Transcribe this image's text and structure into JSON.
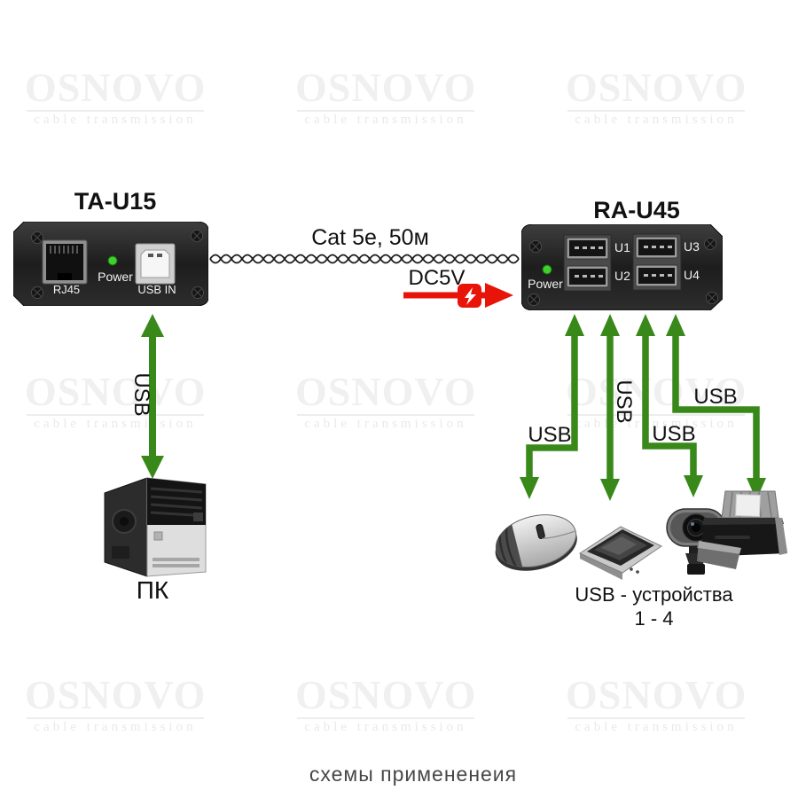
{
  "watermark": {
    "brand": "OSNOVO",
    "tagline": "cable transmission"
  },
  "transmitter": {
    "title": "TA-U15",
    "rj45_label": "RJ45",
    "power_label": "Power",
    "usb_in_label": "USB IN"
  },
  "receiver": {
    "title": "RA-U45",
    "power_label": "Power",
    "ports": [
      "U1",
      "U2",
      "U3",
      "U4"
    ]
  },
  "link": {
    "cable_label": "Cat 5e, 50м",
    "dc_label": "DC5V"
  },
  "usb_label": "USB",
  "pc": {
    "label": "ПК"
  },
  "devices": {
    "caption_line1": "USB - устройства",
    "caption_line2": "1 - 4",
    "items": [
      "mouse",
      "scanner",
      "webcam",
      "printer"
    ]
  },
  "page_caption": "схемы примененеия",
  "colors": {
    "arrow_green": "#38891a",
    "dc_red": "#e8140a",
    "led_green": "#3fd22f",
    "device_body": "#222222"
  }
}
